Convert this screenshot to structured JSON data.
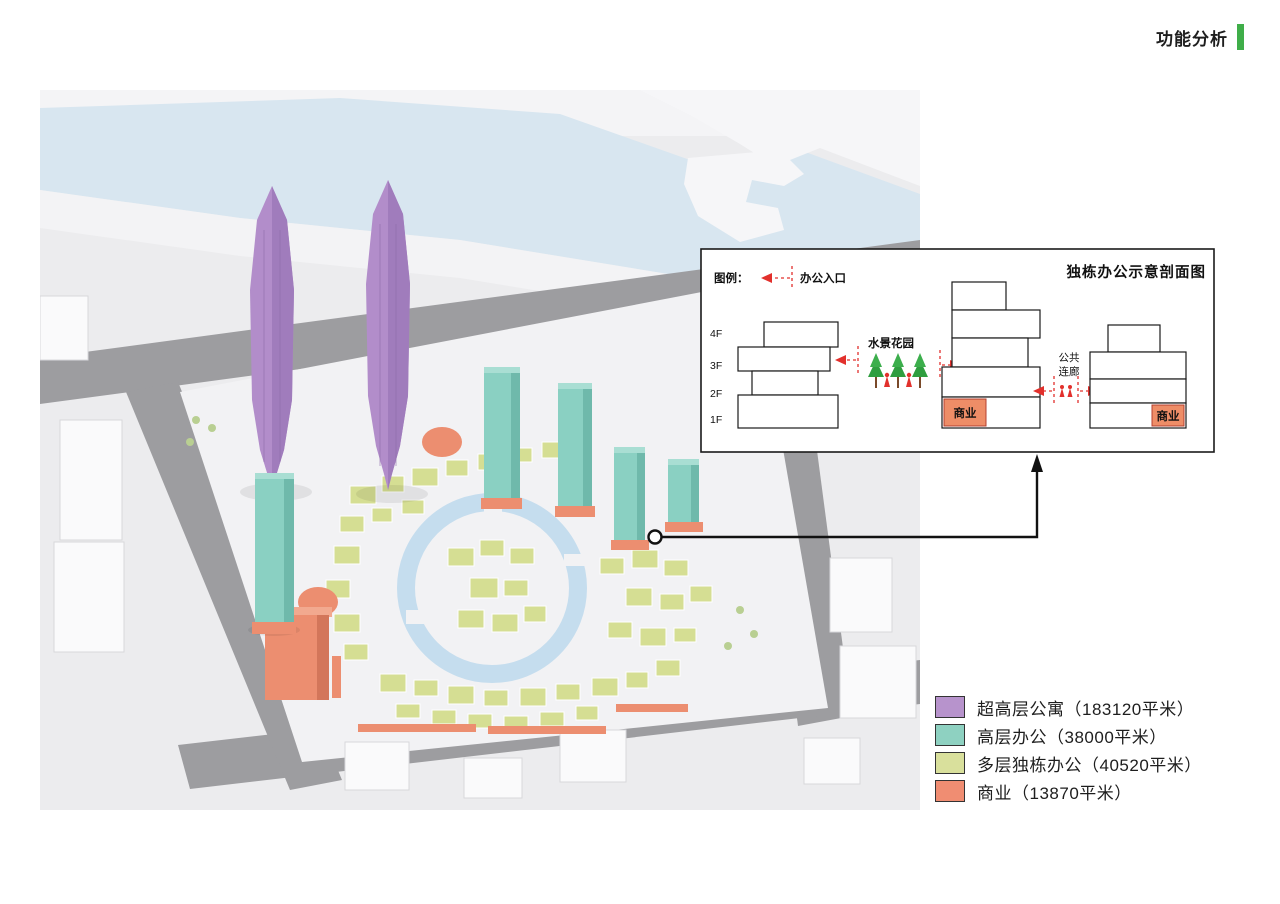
{
  "header": {
    "title": "功能分析",
    "accent_color": "#3fae49"
  },
  "section_diagram": {
    "title": "独栋办公示意剖面图",
    "legend_label": "图例：",
    "entrance_label": "办公入口",
    "floor_labels": [
      "4F",
      "3F",
      "2F",
      "1F"
    ],
    "water_garden_label": "水景花园",
    "public_corridor_lines": [
      "公共",
      "连廊"
    ],
    "commercial_left": "商业",
    "commercial_right": "商业",
    "arrow_color": "#e2302c",
    "commercial_color": "#ee8d67"
  },
  "legend": {
    "items": [
      {
        "label": "超高层公寓（183120平米）",
        "color": "#b793cc"
      },
      {
        "label": "高层办公（38000平米）",
        "color": "#8ed1c1"
      },
      {
        "label": "多层独栋办公（40520平米）",
        "color": "#d9e09c"
      },
      {
        "label": "商业（13870平米）",
        "color": "#f08d72"
      }
    ]
  },
  "masterplan": {
    "water_color": "#d8e6f0",
    "ground_color": "#ececee",
    "road_color": "#9d9da0",
    "apartment_tower_color": "#b28dca",
    "office_tower_color": "#8ad0c2",
    "office_block_color": "#d5de93",
    "commercial_color": "#ec8e70"
  }
}
